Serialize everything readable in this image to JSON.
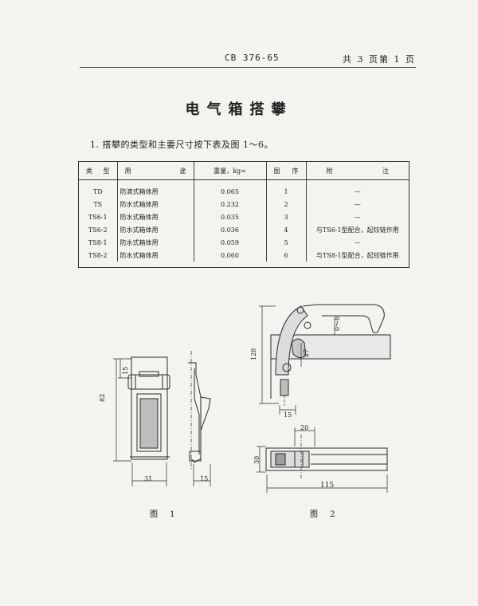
{
  "header": {
    "standard_code": "CB 376-65",
    "page_info": "共 3 页第 1 页"
  },
  "title": "电气箱搭攀",
  "intro": "1. 搭攀的类型和主要尺寸按下表及图 1～6。",
  "table": {
    "columns": [
      {
        "parts": [
          "类",
          "型"
        ]
      },
      {
        "parts": [
          "用",
          "途"
        ]
      },
      {
        "parts": [
          "重量，kg≈"
        ]
      },
      {
        "parts": [
          "图",
          "序"
        ]
      },
      {
        "parts": [
          "附",
          "注"
        ]
      }
    ],
    "rows": [
      {
        "type": "TD",
        "use": "防滴式箱体用",
        "weight": "0.065",
        "fig": "1",
        "note": "—"
      },
      {
        "type": "TS",
        "use": "防水式箱体用",
        "weight": "0.232",
        "fig": "2",
        "note": "—"
      },
      {
        "type": "TS6-1",
        "use": "防水式箱体用",
        "weight": "0.035",
        "fig": "3",
        "note": "—"
      },
      {
        "type": "TS6-2",
        "use": "防水式箱体用",
        "weight": "0.036",
        "fig": "4",
        "note": "与TS6-1型配合，起铰链作用"
      },
      {
        "type": "TS8-1",
        "use": "防水式箱体用",
        "weight": "0.059",
        "fig": "5",
        "note": "—"
      },
      {
        "type": "TS8-2",
        "use": "防水式箱体用",
        "weight": "0.060",
        "fig": "6",
        "note": "与TS8-1型配合，起铰链作用"
      }
    ]
  },
  "figure1": {
    "caption": "图 1",
    "dims": {
      "height": "82",
      "top": "15",
      "width": "31",
      "depth": "15"
    }
  },
  "figure2": {
    "caption": "图 2",
    "dims": {
      "height": "128",
      "gap": "0～8",
      "d27": "27",
      "d15": "15",
      "d20": "20",
      "d30": "30",
      "length": "115"
    }
  }
}
